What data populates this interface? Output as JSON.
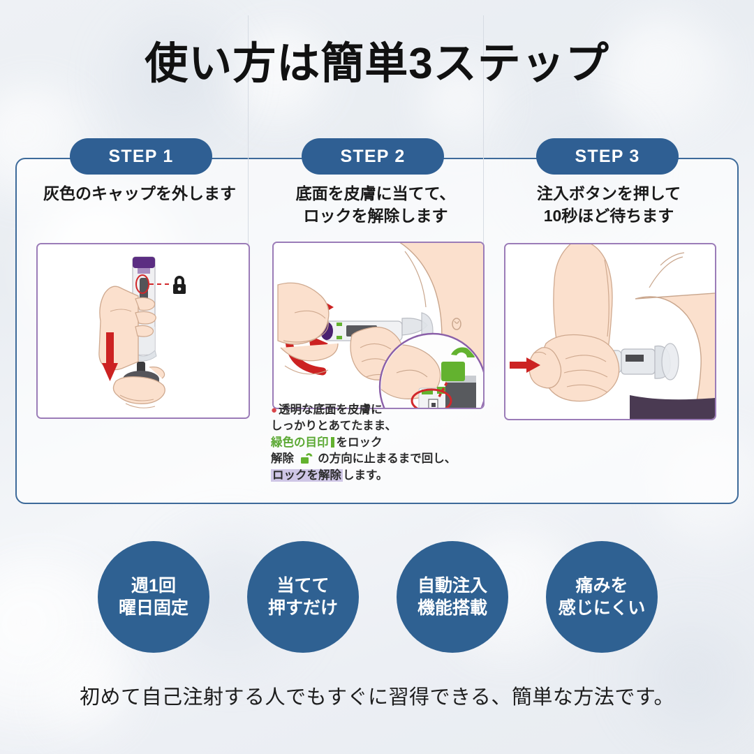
{
  "title": "使い方は簡単3ステップ",
  "steps": [
    {
      "badge": "STEP 1",
      "caption_line1": "灰色のキャップを外します",
      "caption_line2": "",
      "illustration": "hand-removing-grey-cap-from-autoinjector"
    },
    {
      "badge": "STEP 2",
      "caption_line1": "底面を皮膚に当てて、",
      "caption_line2": "ロックを解除します",
      "illustration": "hands-twisting-injector-against-abdomen"
    },
    {
      "badge": "STEP 3",
      "caption_line1": "注入ボタンを押して",
      "caption_line2": "10秒ほど待ちます",
      "illustration": "hand-pressing-injection-button-on-abdomen"
    }
  ],
  "note": {
    "line1": "透明な底面を皮膚に",
    "line2": "しっかりとあてたまま、",
    "line3_a": "緑色の目印",
    "line3_b": "をロック",
    "line4_a": "解除",
    "line4_b": "の方向に止まるまで回し、",
    "line5_a": "ロックを解除",
    "line5_b": "します。"
  },
  "features": [
    {
      "line1": "週1回",
      "line2": "曜日固定"
    },
    {
      "line1": "当てて",
      "line2": "押すだけ"
    },
    {
      "line1": "自動注入",
      "line2": "機能搭載"
    },
    {
      "line1": "痛みを",
      "line2": "感じにくい"
    }
  ],
  "footer": "初めて自己注射する人でもすぐに習得できる、簡単な方法です。",
  "colors": {
    "badge_blue": "#2f5f93",
    "circle_blue": "#2f6192",
    "card_border": "#3d6a9a",
    "panel_border": "#9b7cb8",
    "arrow_red": "#cc2222",
    "unlock_green": "#63b22f",
    "cap_purple": "#5b2d82"
  }
}
